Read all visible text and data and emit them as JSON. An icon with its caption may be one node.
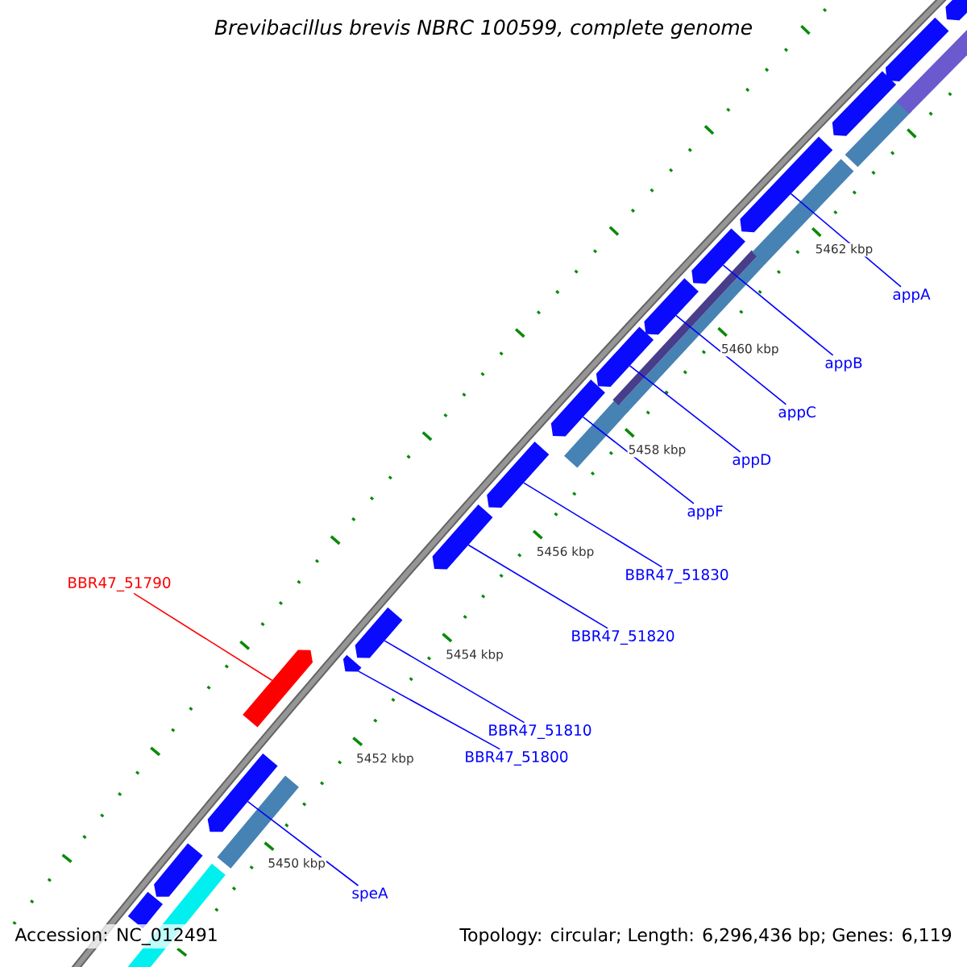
{
  "diagram": {
    "title": "Brevibacillus brevis NBRC 100599, complete genome",
    "nodes": [
      {
        "text": [
          "appA"
        ]
      },
      {
        "text": [
          "appB"
        ]
      },
      {
        "text": [
          "appC"
        ]
      },
      {
        "text": [
          "appD"
        ]
      },
      {
        "text": [
          "appF"
        ]
      },
      {
        "text": [
          "BBR47_51830"
        ]
      },
      {
        "text": [
          "BBR47_51790"
        ]
      },
      {
        "text": [
          "BBR47_51820"
        ]
      },
      {
        "text": [
          "BBR47_51810"
        ]
      },
      {
        "text": [
          "BBR47_51800"
        ]
      },
      {
        "text": [
          "speA"
        ]
      },
      {
        "text": [],
        "shape": "bar"
      },
      {
        "text": [],
        "shape": "bar"
      },
      {
        "text": [],
        "shape": "bar"
      },
      {
        "text": [],
        "shape": "bar"
      },
      {
        "text": [],
        "shape": "bar"
      },
      {
        "text": [],
        "shape": "bar"
      },
      {
        "text": [],
        "shape": "bar"
      },
      {
        "text": [],
        "shape": "bar"
      },
      {
        "text": [],
        "shape": "bar"
      },
      {
        "text": [],
        "shape": "bar"
      },
      {
        "text": [],
        "shape": "bar"
      },
      {
        "text": [],
        "shape": "bar"
      },
      {
        "text": [],
        "shape": "bar"
      },
      {
        "text": [],
        "shape": "bar"
      },
      {
        "text": [],
        "shape": "bar"
      },
      {
        "text": [],
        "shape": "bar"
      }
    ],
    "edges": [
      {
        "from": 0,
        "to": 14,
        "arrow": "none"
      },
      {
        "from": 1,
        "to": 15,
        "arrow": "none"
      },
      {
        "from": 2,
        "to": 16,
        "arrow": "none"
      },
      {
        "from": 3,
        "to": 17,
        "arrow": "none"
      },
      {
        "from": 4,
        "to": 18,
        "arrow": "none"
      },
      {
        "from": 5,
        "to": 19,
        "arrow": "none"
      },
      {
        "from": 6,
        "to": 22,
        "arrow": "none",
        "color": "#ff0000"
      },
      {
        "from": 7,
        "to": 20,
        "arrow": "none"
      },
      {
        "from": 8,
        "to": 21,
        "arrow": "none"
      },
      {
        "from": 9,
        "to": 23,
        "arrow": "none"
      },
      {
        "from": 10,
        "to": 24,
        "arrow": "none"
      }
    ],
    "labels": [
      "5462 kbp",
      "5460 kbp",
      "5458 kbp",
      "5456 kbp",
      "5454 kbp",
      "5452 kbp",
      "5450 kbp",
      "Accession: NC_012491",
      "Topology: circular; Length: 6,296,436 bp; Genes: 6,119"
    ]
  }
}
